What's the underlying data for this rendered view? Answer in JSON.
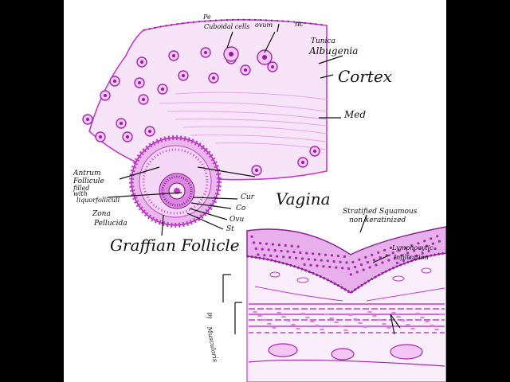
{
  "colors": {
    "tissue_light": "#f6def6",
    "tissue_mid": "#eab8ee",
    "stain": "#c13cc8",
    "stain_dark": "#8e1f96",
    "ink": "#111111",
    "letterbox": "#000000"
  },
  "ovary": {
    "top_labels": [
      "Pe",
      "Cuboidal cells",
      "ovum",
      "nc"
    ],
    "tunica": [
      "Tunica",
      "Albugenia"
    ],
    "cortex": "Cortex",
    "medulla": "Med",
    "antrum": [
      "Antrum",
      "Follicule",
      "filled",
      "with",
      "liquor",
      "folliculi"
    ],
    "zona": [
      "Zona",
      "Pellucida"
    ],
    "follicle_parts": [
      "Cur",
      "Co",
      "Ovu",
      "St"
    ],
    "title": "Graffian Follicle"
  },
  "vagina": {
    "title": "Vagina",
    "epithelium": [
      "Stratified Squamous",
      "non keratinized"
    ],
    "lymphocytes": [
      "Lymphocytic",
      "Infiltration"
    ],
    "side_labels": [
      "ia",
      "Muscularis"
    ]
  }
}
